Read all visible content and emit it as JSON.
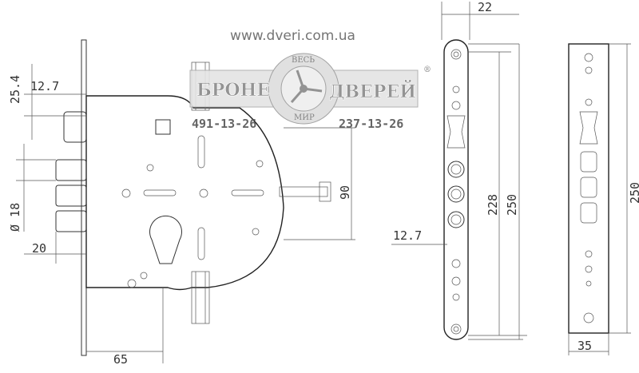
{
  "watermark": {
    "website": "www.dveri.com.ua",
    "logo_left": "БРОНЕ",
    "logo_right": "ДВЕРЕЙ",
    "logo_top": "ВЕСЬ",
    "logo_bottom": "МИР",
    "registered": "®",
    "phone_1": "491-13-26",
    "phone_2": "237-13-26"
  },
  "dimensions": {
    "backset_offset": "12.7",
    "bolt_spacing": "25.4",
    "bolt_diameter": "Ø 18",
    "bolt_projection": "20",
    "backset": "65",
    "hub_to_edge": "90",
    "faceplate_width": "22",
    "faceplate_inner_length": "228",
    "faceplate_length": "250",
    "faceplate_offset": "12.7",
    "strike_length": "250",
    "strike_width": "35"
  }
}
